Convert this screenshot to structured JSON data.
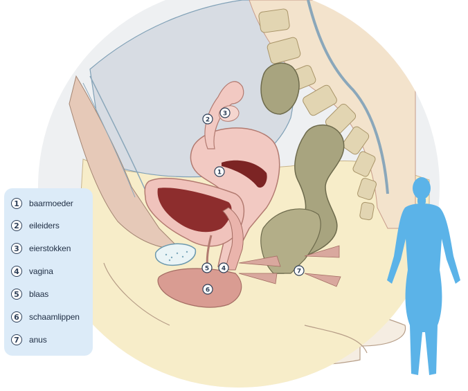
{
  "legend": {
    "items": [
      {
        "number": "1",
        "label": "baarmoeder"
      },
      {
        "number": "2",
        "label": "eileiders"
      },
      {
        "number": "3",
        "label": "eierstokken"
      },
      {
        "number": "4",
        "label": "vagina"
      },
      {
        "number": "5",
        "label": "blaas"
      },
      {
        "number": "6",
        "label": "schaamlippen"
      },
      {
        "number": "7",
        "label": "anus"
      }
    ]
  },
  "markers": [
    "1",
    "2",
    "3",
    "4",
    "5",
    "6",
    "7"
  ],
  "colors": {
    "skin": "#f2e8d8",
    "body_fill": "#f6ecc7",
    "uterus": "#f1c7c0",
    "uterus_dark": "#8d2d2d",
    "bowel": "#a9a582",
    "spine": "#e2d6b7",
    "cavity": "#d8dde3",
    "silhouette": "#5bb3e8",
    "legend_bg": "#dcebf8"
  }
}
